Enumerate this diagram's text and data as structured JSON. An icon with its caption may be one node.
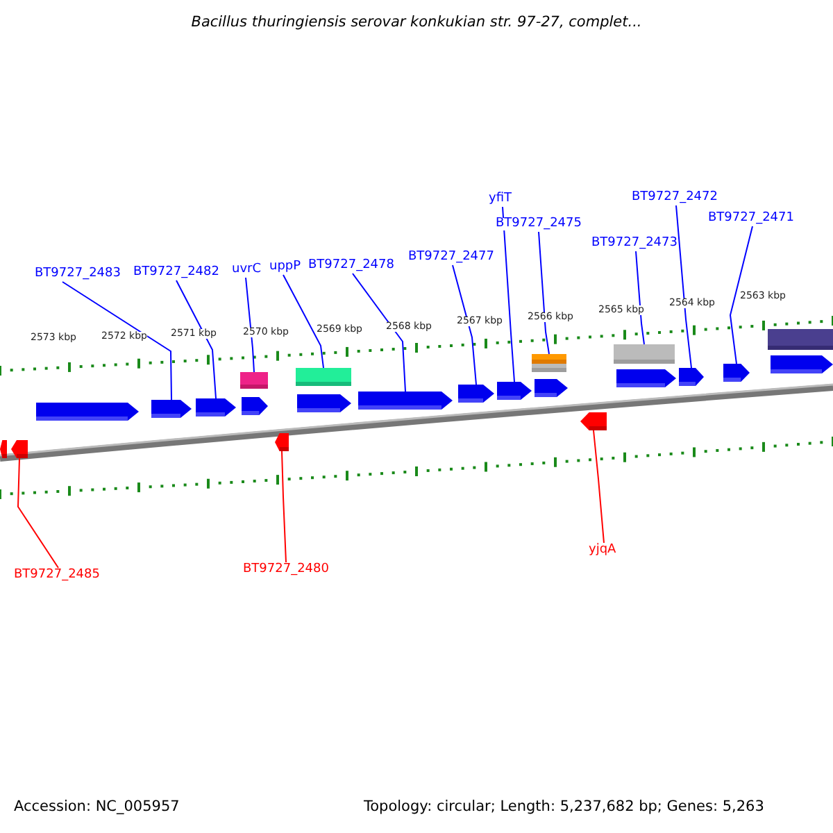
{
  "diagram": {
    "title": "Bacillus thuringiensis serovar konkukian str. 97-27, complet...",
    "nodes": [
      {
        "text": [
          "BT9727_2483"
        ]
      },
      {
        "text": [
          "BT9727_2482"
        ]
      },
      {
        "text": [
          "uvrC"
        ]
      },
      {
        "text": [
          "uppP"
        ]
      },
      {
        "text": [
          "BT9727_2478"
        ]
      },
      {
        "text": [
          "BT9727_2477"
        ]
      },
      {
        "text": [
          "yfiT"
        ]
      },
      {
        "text": [
          "BT9727_2475"
        ]
      },
      {
        "text": [
          "BT9727_2473"
        ]
      },
      {
        "text": [
          "BT9727_2472"
        ]
      },
      {
        "text": [
          "BT9727_2471"
        ]
      },
      {
        "text": [
          "BT9727_2485"
        ]
      },
      {
        "text": [
          "BT9727_2480"
        ]
      },
      {
        "text": [
          "yjqA"
        ]
      },
      {
        "text": [],
        "shape": "arrow"
      },
      {
        "text": [],
        "shape": "arrow"
      },
      {
        "text": [],
        "shape": "arrow"
      },
      {
        "text": [],
        "shape": "arrow"
      },
      {
        "text": [],
        "shape": "arrow"
      },
      {
        "text": [],
        "shape": "box"
      },
      {
        "text": [],
        "shape": "arrow"
      },
      {
        "text": [],
        "shape": "arrow"
      },
      {
        "text": [],
        "shape": "box"
      },
      {
        "text": [],
        "shape": "arrow"
      },
      {
        "text": [],
        "shape": "arrow"
      },
      {
        "text": [],
        "shape": "arrow"
      },
      {
        "text": [],
        "shape": "arrow"
      },
      {
        "text": [],
        "shape": "box"
      },
      {
        "text": [],
        "shape": "box"
      },
      {
        "text": [],
        "shape": "arrow"
      },
      {
        "text": [],
        "shape": "arrow"
      },
      {
        "text": [],
        "shape": "box"
      },
      {
        "text": [],
        "shape": "arrow"
      },
      {
        "text": [],
        "shape": "arrow"
      },
      {
        "text": [],
        "shape": "arrow"
      },
      {
        "text": [],
        "shape": "box"
      },
      {
        "text": [],
        "shape": "arrow"
      }
    ],
    "edges": [
      {
        "from": 0,
        "to": 17,
        "arrow": "none"
      },
      {
        "from": 1,
        "to": 18,
        "arrow": "none"
      },
      {
        "from": 2,
        "to": 19,
        "arrow": "none"
      },
      {
        "from": 3,
        "to": 22,
        "arrow": "none"
      },
      {
        "from": 4,
        "to": 24,
        "arrow": "none"
      },
      {
        "from": 5,
        "to": 25,
        "arrow": "none"
      },
      {
        "from": 6,
        "to": 26,
        "arrow": "none"
      },
      {
        "from": 7,
        "to": 27,
        "arrow": "none"
      },
      {
        "from": 8,
        "to": 31,
        "arrow": "none"
      },
      {
        "from": 9,
        "to": 33,
        "arrow": "none"
      },
      {
        "from": 10,
        "to": 34,
        "arrow": "none"
      },
      {
        "from": 11,
        "to": 15,
        "arrow": "none",
        "color": "#ff0000"
      },
      {
        "from": 12,
        "to": 21,
        "arrow": "none",
        "color": "#ff0000"
      },
      {
        "from": 13,
        "to": 30,
        "arrow": "none",
        "color": "#ff0000"
      }
    ],
    "labels": [
      "2573 kbp",
      "2572 kbp",
      "2571 kbp",
      "2570 kbp",
      "2569 kbp",
      "2568 kbp",
      "2567 kbp",
      "2566 kbp",
      "2565 kbp",
      "2564 kbp",
      "2563 kbp",
      "Accession: NC_005957",
      "Topology: circular; Length: 5,237,682 bp; Genes: 5,263"
    ]
  }
}
